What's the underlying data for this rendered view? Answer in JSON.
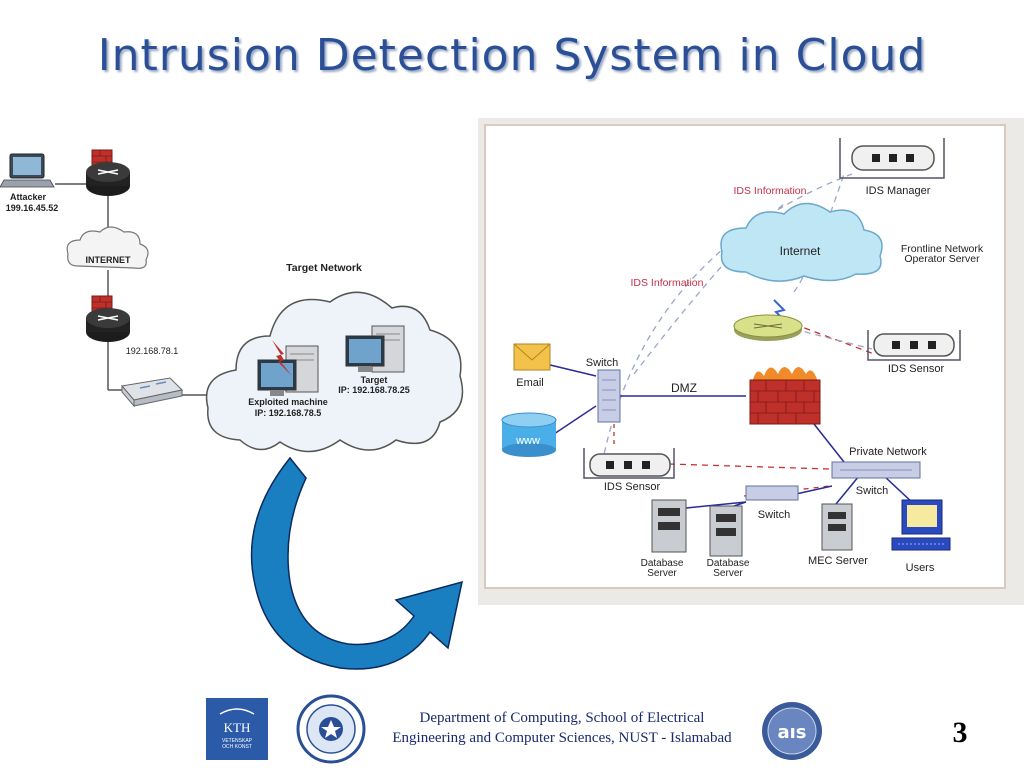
{
  "slide": {
    "title": "Intrusion Detection System in Cloud",
    "page_number": "3"
  },
  "left_diagram": {
    "attacker_label": "Attacker",
    "attacker_ip": "199.16.45.52",
    "internet_label": "INTERNET",
    "router_ip": "192.168.78.1",
    "target_network_label": "Target Network",
    "exploited_label": "Exploited machine",
    "exploited_ip": "IP: 192.168.78.5",
    "target_label": "Target",
    "target_ip": "IP: 192.168.78.25"
  },
  "right_diagram": {
    "ids_information_top": "IDS Information",
    "ids_information_left": "IDS Information",
    "ids_manager": "IDS Manager",
    "internet": "Internet",
    "frontline_line1": "Frontline Network",
    "frontline_line2": "Operator Server",
    "ids_sensor_right": "IDS Sensor",
    "email": "Email",
    "switch_top": "Switch",
    "dmz": "DMZ",
    "www": "www",
    "private_network": "Private Network",
    "ids_sensor_left": "IDS Sensor",
    "switch_right": "Switch",
    "switch_mid": "Switch",
    "database1_line1": "Database",
    "database1_line2": "Server",
    "database2_line1": "Database",
    "database2_line2": "Server",
    "mec_server": "MEC Server",
    "users": "Users"
  },
  "footer": {
    "department_text": "Department of Computing, School of Electrical Engineering and Computer Sciences, NUST - Islamabad",
    "logo_kth_text": "KTH",
    "logo_kth_sub1": "VETENSKAP",
    "logo_kth_sub2": "OCH KONST",
    "logo_ais_text": "aıs"
  },
  "colors": {
    "title": "#2a4f96",
    "footer_text": "#1a2a6b",
    "arrow_fill": "#1a7fc0",
    "cloud_fill": "#d8ecf7",
    "firewall": "#c0302a",
    "ids_info_text": "#c0304a"
  }
}
